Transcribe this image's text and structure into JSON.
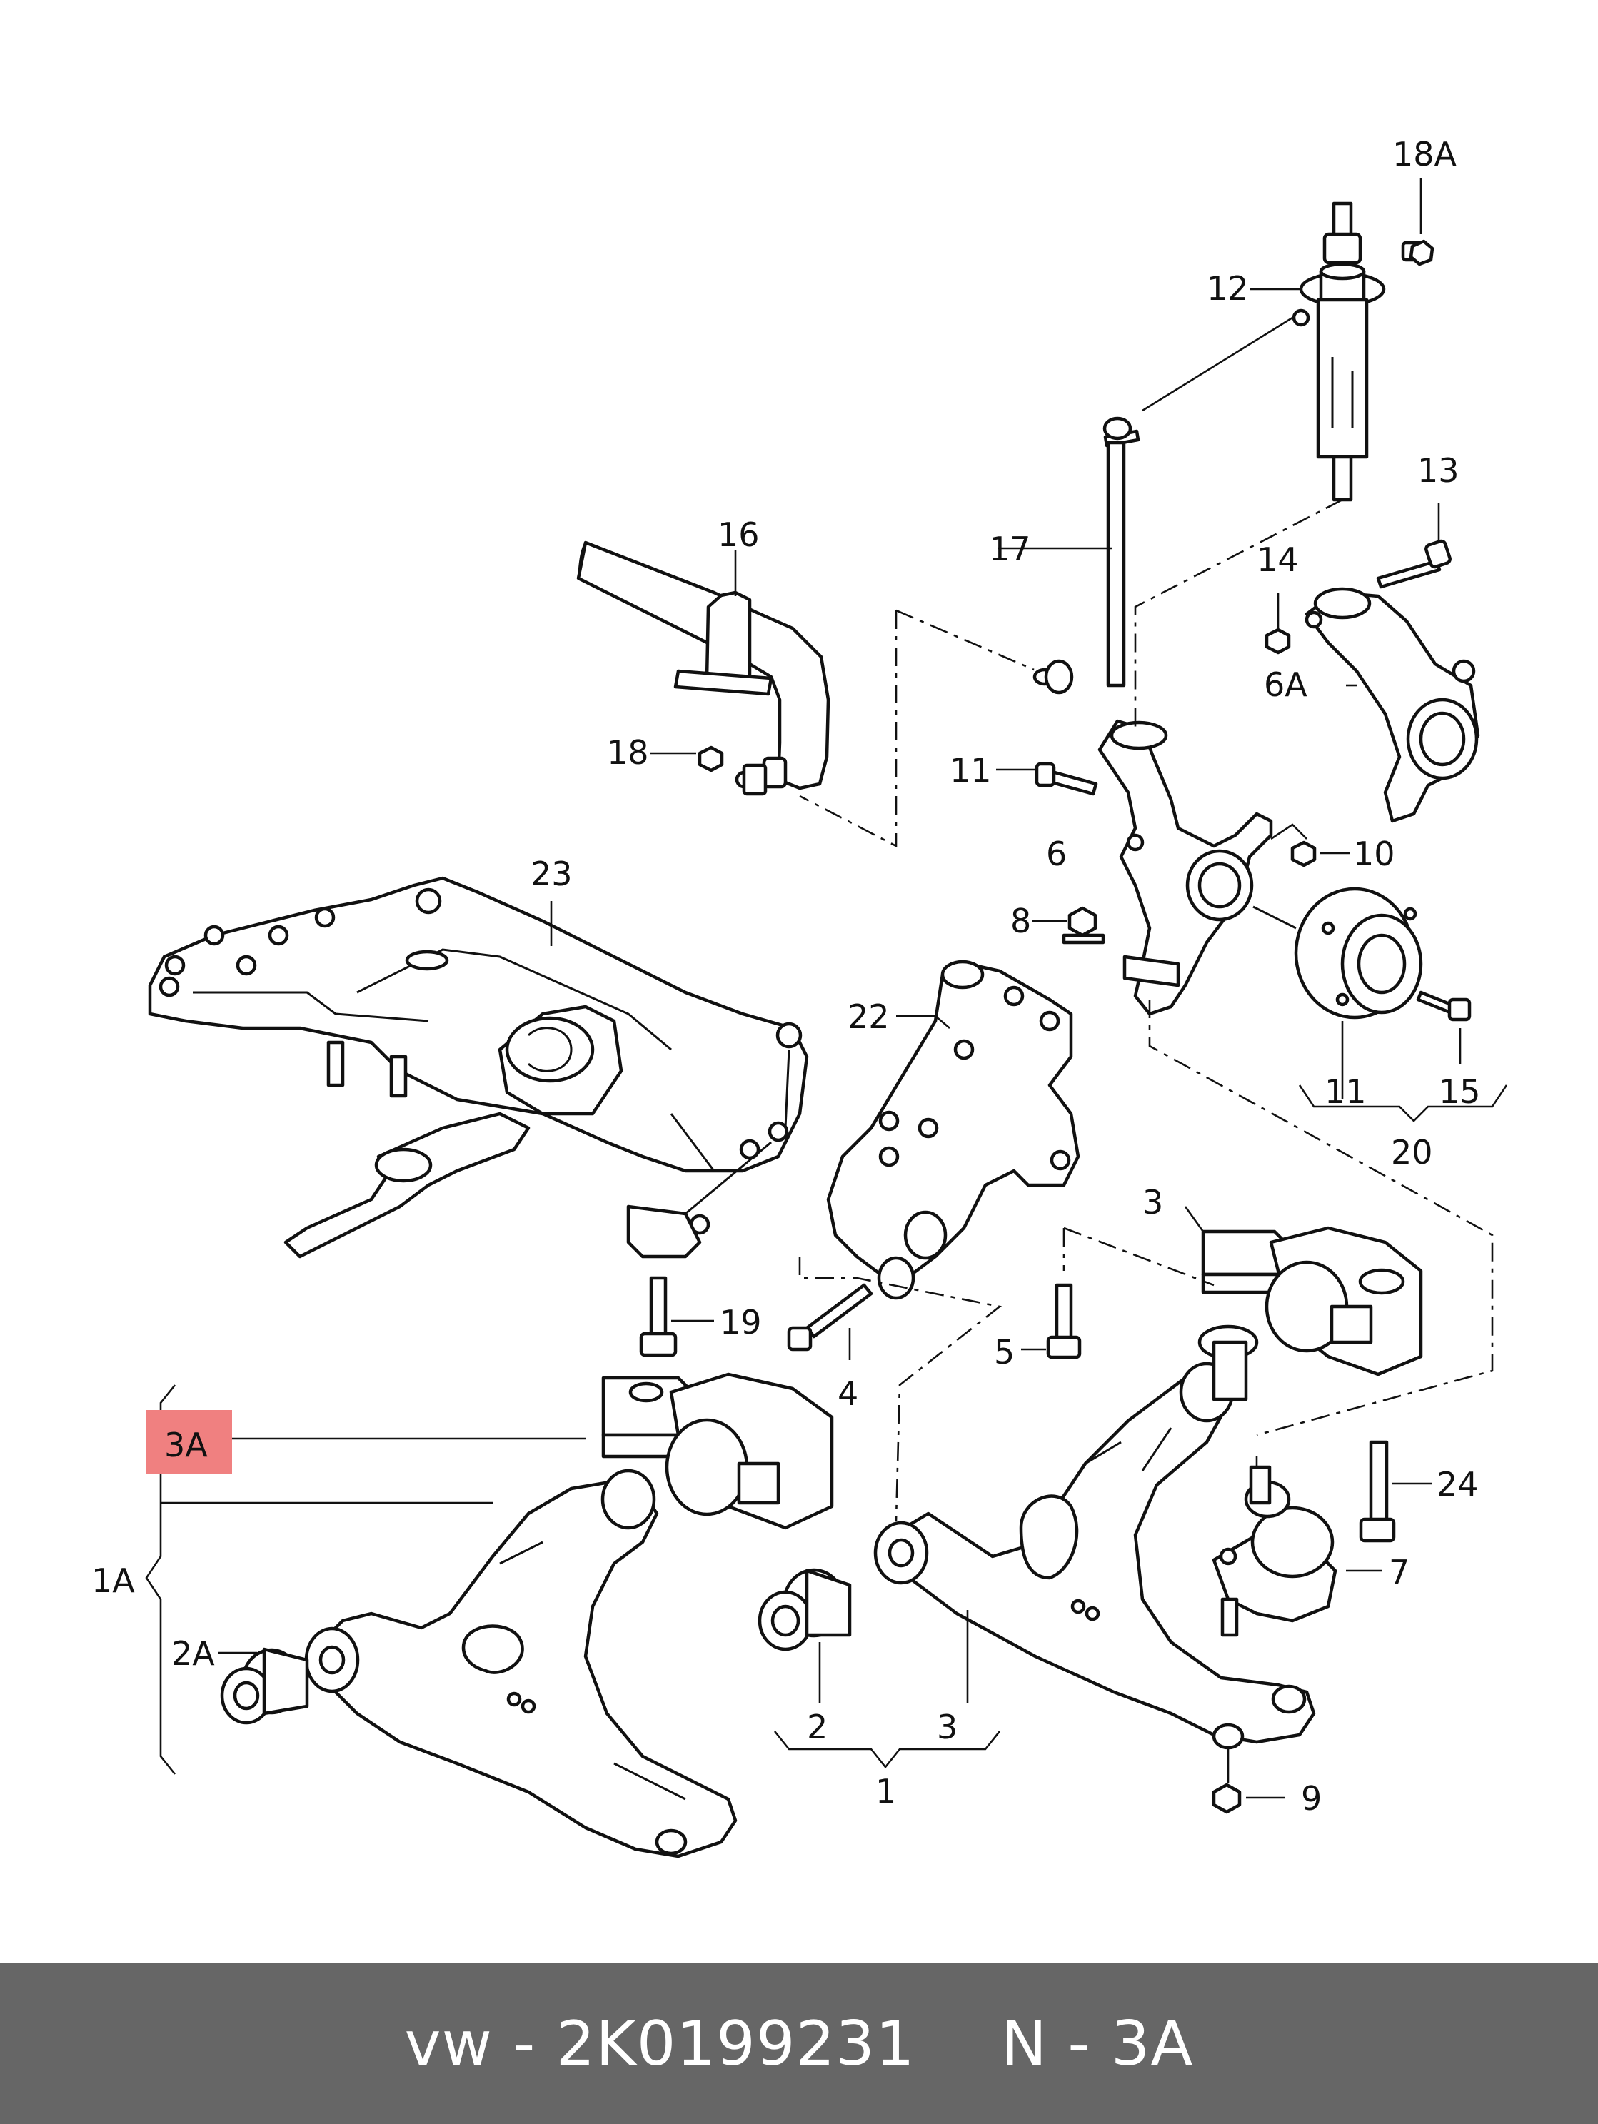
{
  "colors": {
    "footer_bg": "#666666",
    "footer_text": "#ffffff",
    "highlight": "#f08080",
    "ink": "#111111"
  },
  "callouts": {
    "c18A": "18A",
    "c12": "12",
    "c13": "13",
    "c14": "14",
    "c6A": "6A",
    "c16": "16",
    "c17": "17",
    "c18": "18",
    "c11a": "11",
    "c6": "6",
    "c10": "10",
    "c8": "8",
    "c23": "23",
    "c22": "22",
    "c11b": "11",
    "c15": "15",
    "c20": "20",
    "c3a": "3",
    "c19": "19",
    "c5": "5",
    "c4": "4",
    "c3A": "3A",
    "c24": "24",
    "c7": "7",
    "c1A": "1A",
    "c2A": "2A",
    "c2": "2",
    "c3b": "3",
    "c1": "1",
    "c9": "9"
  },
  "footer": {
    "left": "vw - 2K0199231",
    "right": "N - 3A"
  }
}
